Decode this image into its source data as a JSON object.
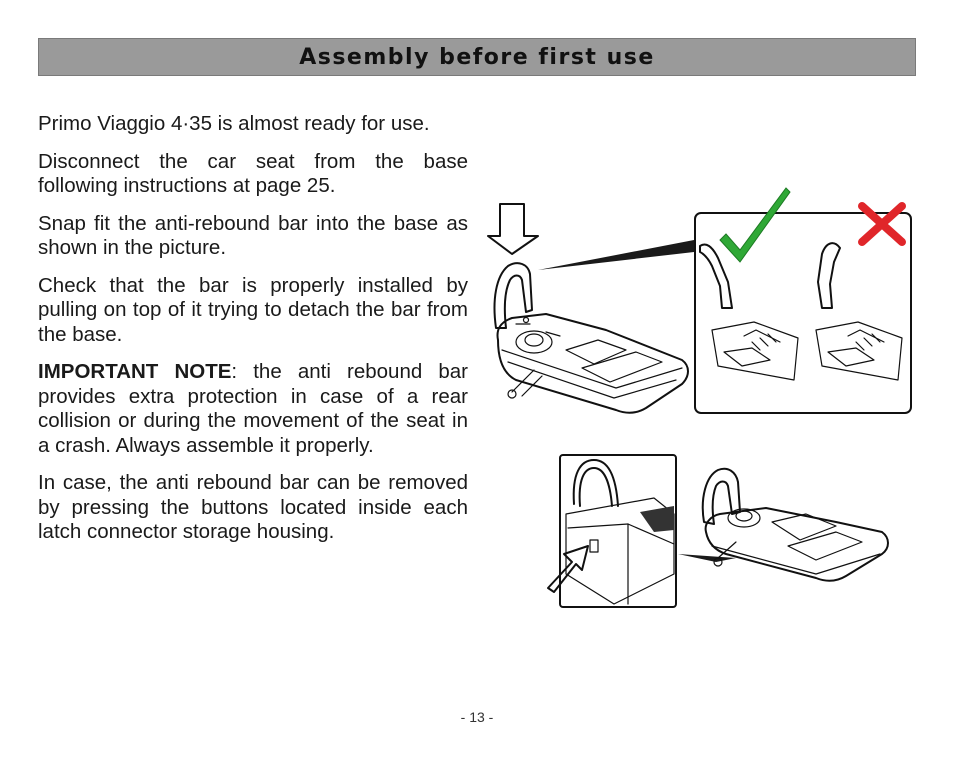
{
  "header": {
    "title": "Assembly before first use"
  },
  "body": {
    "p1": "Primo Viaggio 4·35 is almost ready for use.",
    "p2": "Disconnect the car seat from the base following instructions at page 25.",
    "p3": "Snap fit the anti-rebound bar into the base as shown in the picture.",
    "p4": "Check that the bar is properly installed by pulling on top of it trying to detach the bar from the base.",
    "note_label": "IMPORTANT NOTE",
    "note_text": ": the anti rebound bar provides extra protection in case of a rear collision or during the movement of the seat in a crash. Always assemble it properly.",
    "p6": "In case, the anti rebound bar can be removed by pressing the buttons located inside each latch connector storage housing."
  },
  "footer": {
    "page_number": "- 13 -"
  },
  "illustration": {
    "correct_mark_color": "#2fa836",
    "wrong_mark_color": "#e0262a",
    "correct_icon": "check-icon",
    "wrong_icon": "cross-icon"
  }
}
